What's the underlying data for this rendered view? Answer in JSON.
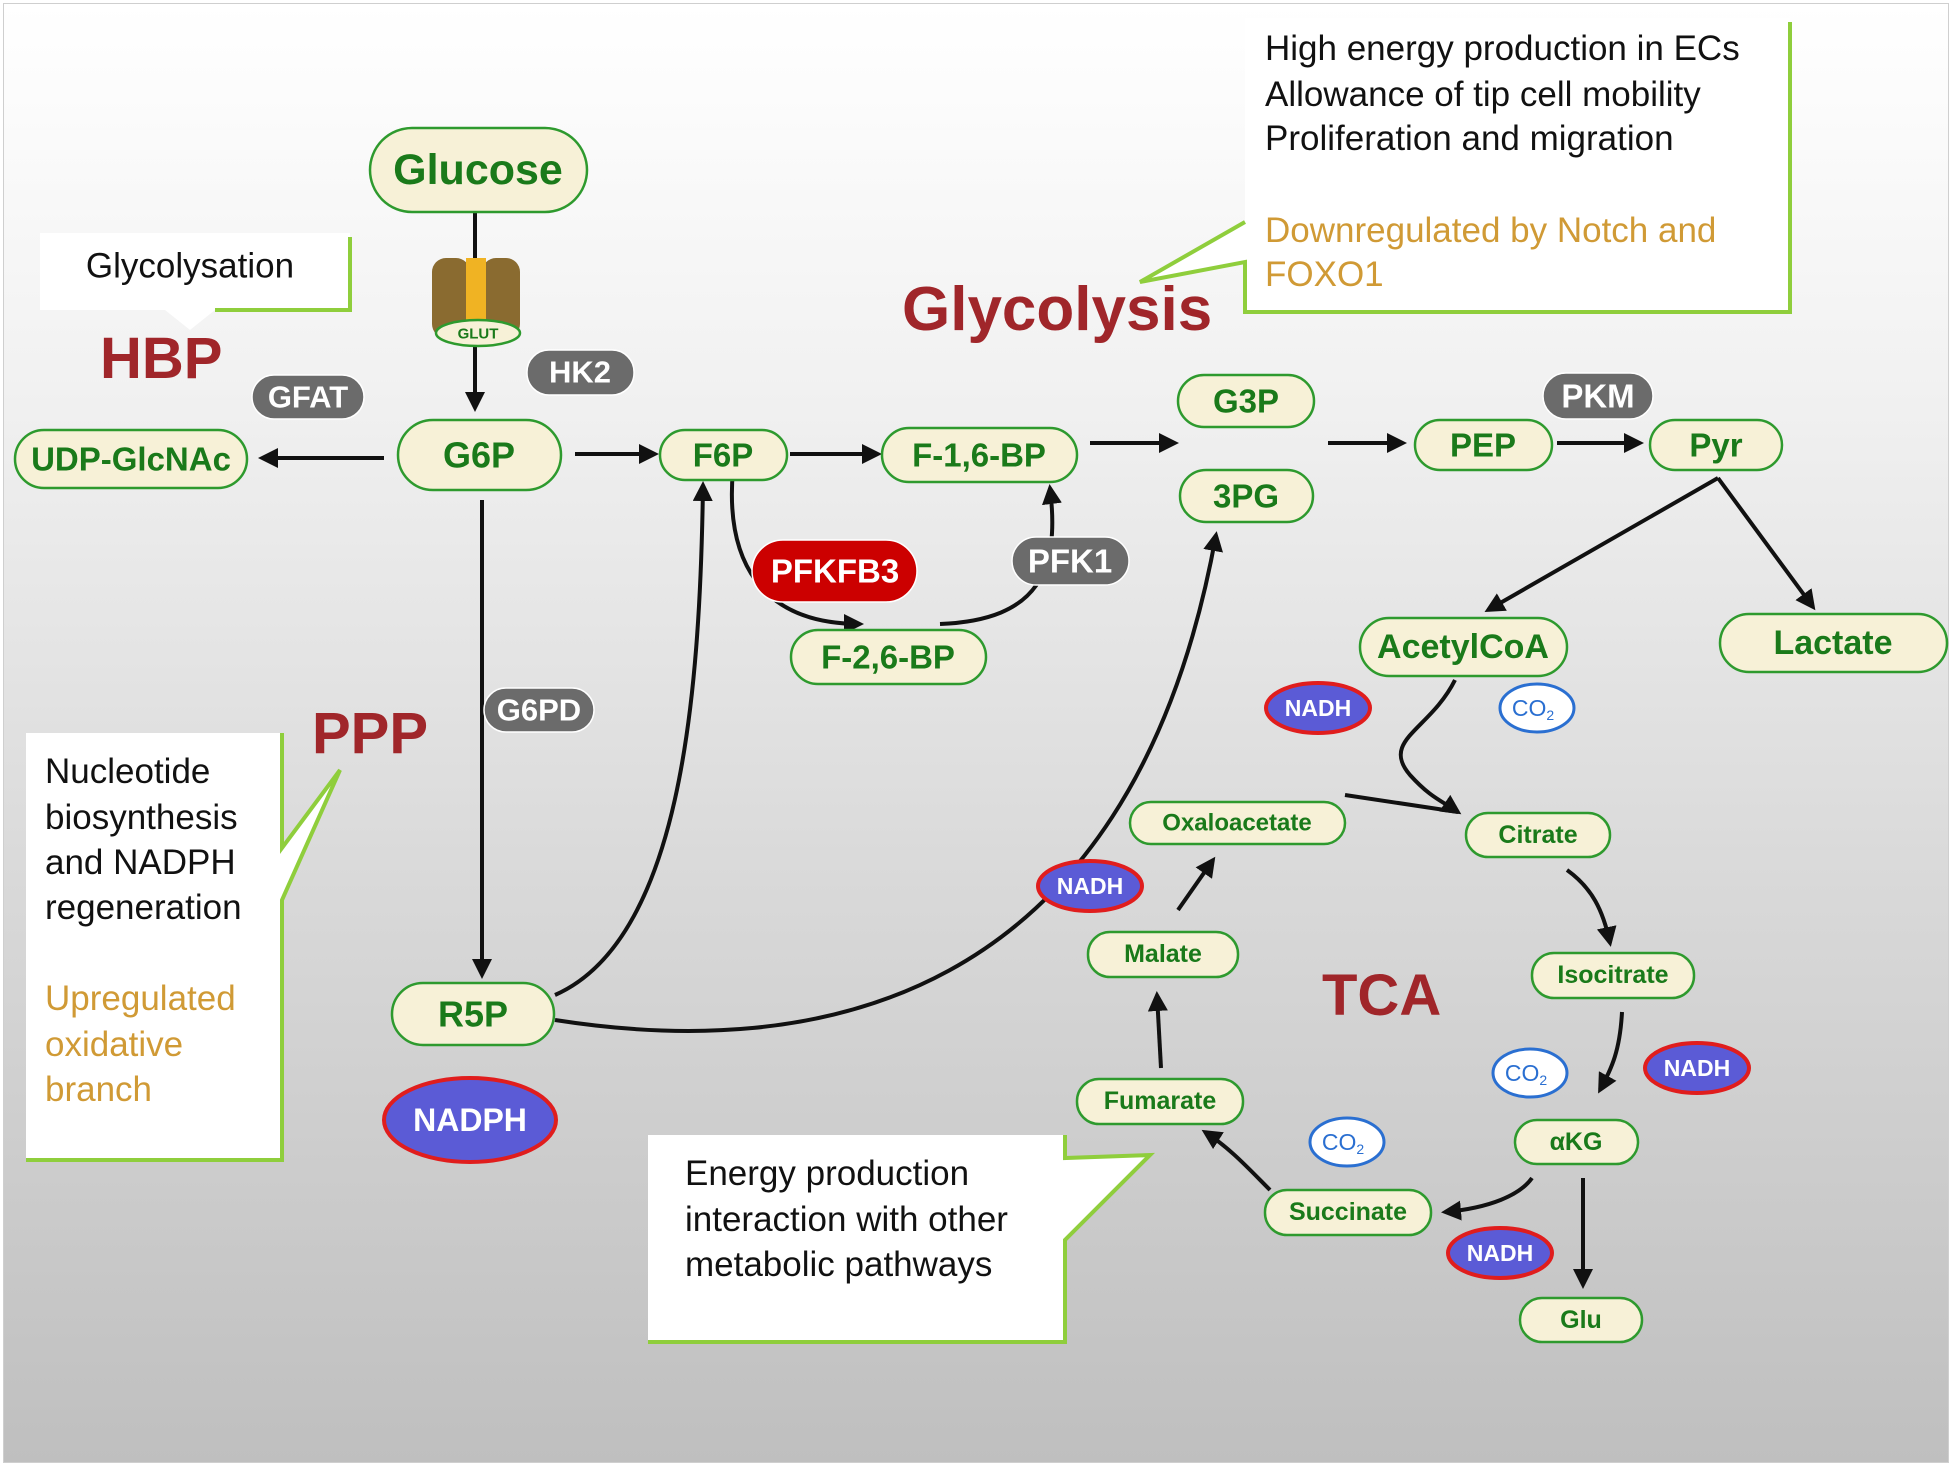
{
  "pathways": {
    "glycolysis": "Glycolysis",
    "hbp": "HBP",
    "ppp": "PPP",
    "tca": "TCA"
  },
  "metabolites": {
    "glucose": "Glucose",
    "glut": "GLUT",
    "g6p": "G6P",
    "udp_glcnac": "UDP-GlcNAc",
    "f6p": "F6P",
    "f16bp": "F-1,6-BP",
    "f26bp": "F-2,6-BP",
    "g3p": "G3P",
    "pg3": "3PG",
    "pep": "PEP",
    "pyr": "Pyr",
    "lactate": "Lactate",
    "acetylcoa": "AcetylCoA",
    "r5p": "R5P",
    "citrate": "Citrate",
    "isocitrate": "Isocitrate",
    "akg": "αKG",
    "glu": "Glu",
    "succinate": "Succinate",
    "fumarate": "Fumarate",
    "malate": "Malate",
    "oxaloacetate": "Oxaloacetate"
  },
  "enzymes": {
    "hk2": "HK2",
    "gfat": "GFAT",
    "g6pd": "G6PD",
    "pfkfb3": "PFKFB3",
    "pfk1": "PFK1",
    "pkm": "PKM"
  },
  "cofactors": {
    "nadph": "NADPH",
    "nadh": "NADH",
    "co2_main": "CO",
    "co2_sub": "2"
  },
  "callouts": {
    "glycolysis": {
      "lines": [
        "High energy production in ECs",
        "Allowance of tip cell mobility",
        "Proliferation and migration"
      ],
      "note": [
        "Downregulated by Notch and",
        "FOXO1"
      ]
    },
    "hbp": {
      "text": "Glycolysation"
    },
    "ppp": {
      "lines": [
        "Nucleotide",
        "biosynthesis",
        "and NADPH",
        "regeneration"
      ],
      "note": [
        "Upregulated",
        "oxidative",
        "branch"
      ]
    },
    "tca": {
      "lines": [
        "Energy production",
        "interaction with other",
        "metabolic pathways"
      ]
    }
  },
  "colors": {
    "node_fill": "#f7f1d7",
    "node_border": "#2e9a2e",
    "node_text": "#1a7a1a",
    "pathway_label": "#a0262a",
    "enzyme": "#6b6b6b",
    "enzyme_highlight": "#cc0000",
    "nadh_fill": "#5b5bd6",
    "nadh_border": "#e01d1d",
    "co2": "#2a6fd1",
    "callout_accent": "#8fce3c",
    "callout_note": "#d09a35"
  }
}
